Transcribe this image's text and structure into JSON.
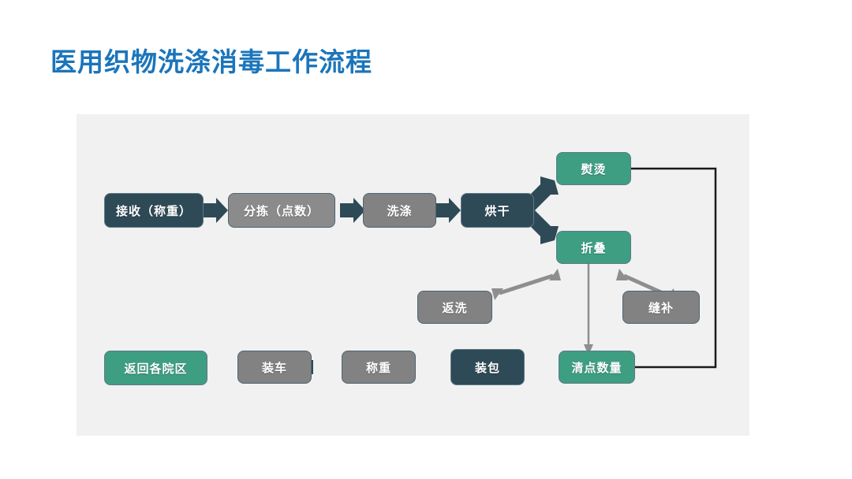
{
  "page": {
    "title": "医用织物洗涤消毒工作流程",
    "title_color": "#1b75bb",
    "background": "#ffffff",
    "panel_background": "#f1f1f1"
  },
  "palette": {
    "dark_slate": "#2e4a57",
    "gray": "#828282",
    "gray_light": "#8b8b8b",
    "green": "#3e9e82",
    "arrow_dark": "#2e4a57",
    "arrow_gray": "#8e8e8e",
    "line_black": "#1a1a1a",
    "node_border": "#5d7a86"
  },
  "chart_data": {
    "type": "diagram",
    "title": "医用织物洗涤消毒工作流程",
    "nodes": [
      {
        "id": "receive",
        "label": "接收（称重）",
        "style": "dark",
        "row": "top"
      },
      {
        "id": "sort",
        "label": "分拣（点数）",
        "style": "gray-light",
        "row": "top"
      },
      {
        "id": "wash",
        "label": "洗涤",
        "style": "gray",
        "row": "top"
      },
      {
        "id": "dry",
        "label": "烘干",
        "style": "dark",
        "row": "top"
      },
      {
        "id": "iron",
        "label": "熨烫",
        "style": "green",
        "row": "branch-upper"
      },
      {
        "id": "fold",
        "label": "折叠",
        "style": "green",
        "row": "branch-lower"
      },
      {
        "id": "rewash",
        "label": "返洗",
        "style": "gray",
        "row": "middle"
      },
      {
        "id": "mend",
        "label": "缝补",
        "style": "gray",
        "row": "middle"
      },
      {
        "id": "count",
        "label": "清点数量",
        "style": "green",
        "row": "bottom"
      },
      {
        "id": "pack",
        "label": "装包",
        "style": "dark",
        "row": "bottom"
      },
      {
        "id": "weigh",
        "label": "称重",
        "style": "gray",
        "row": "bottom"
      },
      {
        "id": "load",
        "label": "装车",
        "style": "gray",
        "row": "bottom"
      },
      {
        "id": "return",
        "label": "返回各院区",
        "style": "green",
        "row": "bottom"
      }
    ],
    "edges": [
      {
        "from": "receive",
        "to": "sort",
        "kind": "arrow-right",
        "color": "dark"
      },
      {
        "from": "sort",
        "to": "wash",
        "kind": "arrow-right",
        "color": "dark"
      },
      {
        "from": "wash",
        "to": "dry",
        "kind": "arrow-right",
        "color": "dark"
      },
      {
        "from": "dry",
        "to": "iron",
        "kind": "arrow-diagonal-up",
        "color": "dark"
      },
      {
        "from": "dry",
        "to": "fold",
        "kind": "arrow-diagonal-down",
        "color": "dark"
      },
      {
        "from": "fold",
        "to": "rewash",
        "kind": "arrow-bidirectional",
        "color": "gray"
      },
      {
        "from": "fold",
        "to": "mend",
        "kind": "arrow-bidirectional",
        "color": "gray"
      },
      {
        "from": "fold",
        "to": "count",
        "kind": "arrow-down-thin",
        "color": "gray"
      },
      {
        "from": "iron",
        "to": "count",
        "kind": "elbow-right-down-left",
        "color": "black"
      },
      {
        "from": "count",
        "to": "pack",
        "kind": "arrow-left",
        "color": "dark"
      },
      {
        "from": "pack",
        "to": "weigh",
        "kind": "arrow-left",
        "color": "dark"
      },
      {
        "from": "weigh",
        "to": "load",
        "kind": "arrow-left",
        "color": "dark"
      },
      {
        "from": "load",
        "to": "return",
        "kind": "arrow-left",
        "color": "dark"
      }
    ]
  }
}
